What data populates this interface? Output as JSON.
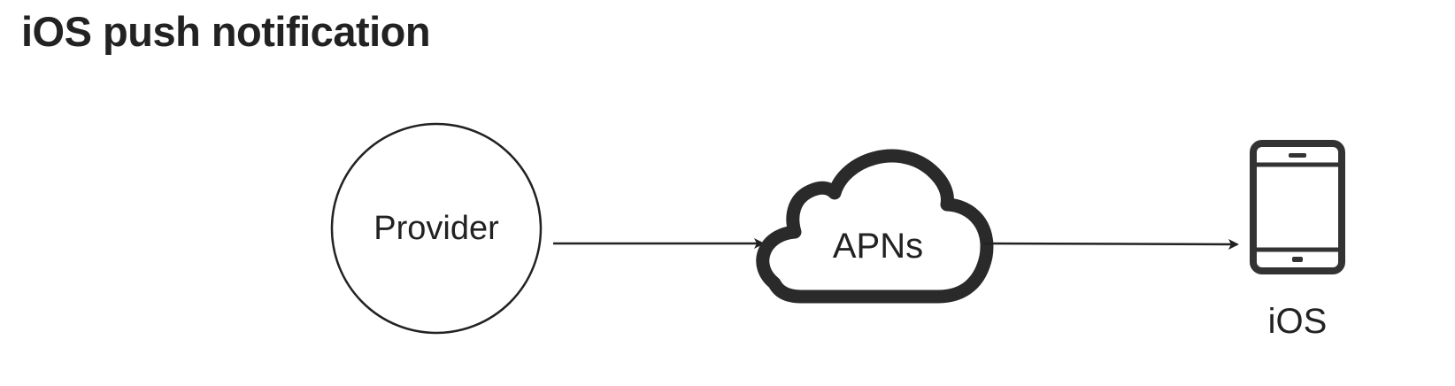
{
  "page": {
    "title": "iOS push notification"
  },
  "diagram": {
    "nodes": {
      "provider": {
        "label": "Provider",
        "shape": "circle"
      },
      "apns": {
        "label": "APNs",
        "shape": "cloud"
      },
      "ios": {
        "label": "iOS",
        "shape": "phone-icon"
      }
    },
    "edges": [
      {
        "from": "provider",
        "to": "apns"
      },
      {
        "from": "apns",
        "to": "ios"
      }
    ],
    "colors": {
      "stroke": "#222222",
      "background": "#ffffff"
    }
  }
}
